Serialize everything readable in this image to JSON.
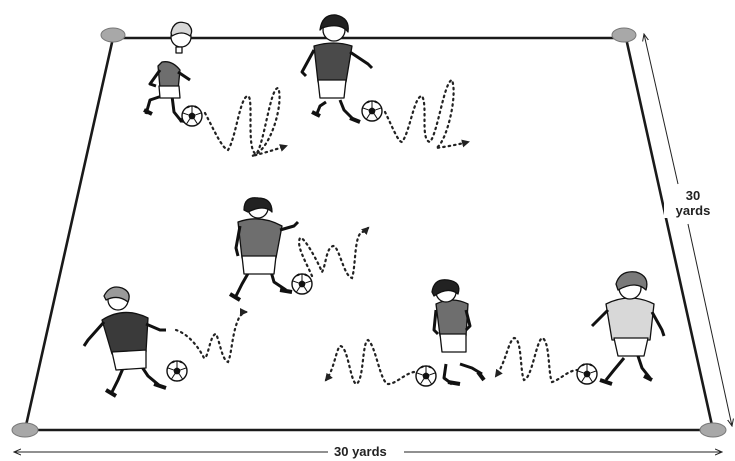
{
  "dimensions": {
    "width_label": "30 yards",
    "height_label": "30 yards",
    "height_label_line1": "30",
    "height_label_line2": "yards"
  },
  "players": [
    {
      "name": "player-1",
      "shirt": "#6e6e6e",
      "hair": "#d8d8d8"
    },
    {
      "name": "player-2",
      "shirt": "#4a4a4a",
      "hair": "#222222"
    },
    {
      "name": "player-3",
      "shirt": "#6e6e6e",
      "hair": "#222222"
    },
    {
      "name": "player-4",
      "shirt": "#3a3a3a",
      "hair": "#9a9a9a"
    },
    {
      "name": "player-5",
      "shirt": "#6e6e6e",
      "hair": "#222222"
    },
    {
      "name": "player-6",
      "shirt": "#d8d8d8",
      "hair": "#7a7a7a"
    }
  ],
  "colors": {
    "field_line": "#222222",
    "cone": "#a8a8a8",
    "dotted_path": "#222222"
  }
}
